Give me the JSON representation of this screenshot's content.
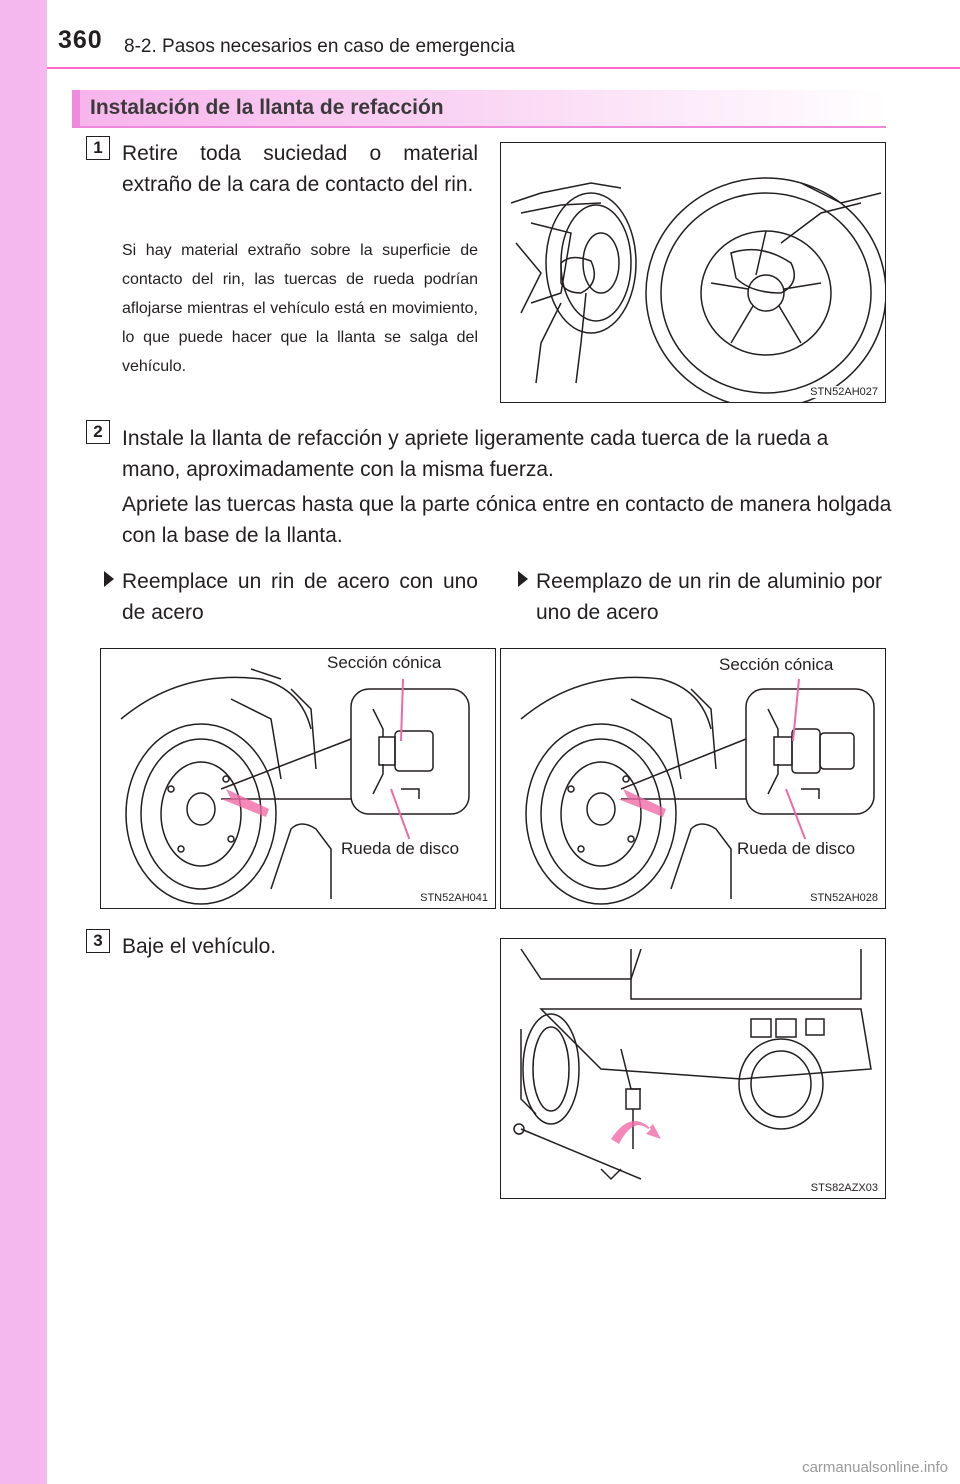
{
  "header": {
    "page_number": "360",
    "chapter_title": "8-2. Pasos necesarios en caso de emergencia"
  },
  "section": {
    "title": "Instalación de la llanta de refacción"
  },
  "steps": [
    {
      "number": "1",
      "text": "Retire toda suciedad o material extraño de la cara de contacto del rin.",
      "note": "Si hay material extraño sobre la superficie de contacto del rin, las tuercas de rueda podrían aflojarse mientras el vehículo está en movimiento, lo que puede hacer que la llanta se salga del vehículo."
    },
    {
      "number": "2",
      "text": "Instale la llanta de refacción y apriete ligeramente cada tuerca de la rueda a mano, aproximadamente con la misma fuerza.",
      "note": "Apriete las tuercas hasta que la parte cónica entre en contacto de manera holgada con la base de la llanta."
    },
    {
      "number": "3",
      "text": "Baje el vehículo."
    }
  ],
  "bullets": [
    "Reemplace un rin de acero con uno de acero",
    "Reemplazo de un rin de aluminio por uno de acero"
  ],
  "figures": {
    "clean": {
      "code": "STN52AH027"
    },
    "steel": {
      "code": "STN52AH041",
      "callout_top": "Sección cónica",
      "callout_bottom": "Rueda de disco"
    },
    "aluminum": {
      "code": "STN52AH028",
      "callout_top": "Sección cónica",
      "callout_bottom": "Rueda de disco"
    },
    "lower": {
      "code": "STS82AZX03"
    }
  },
  "colors": {
    "accent": "#ff66cc",
    "side_bar": "#f5b8ee",
    "arrow": "#f06aa8"
  },
  "watermark": "carmanualsonline.info"
}
